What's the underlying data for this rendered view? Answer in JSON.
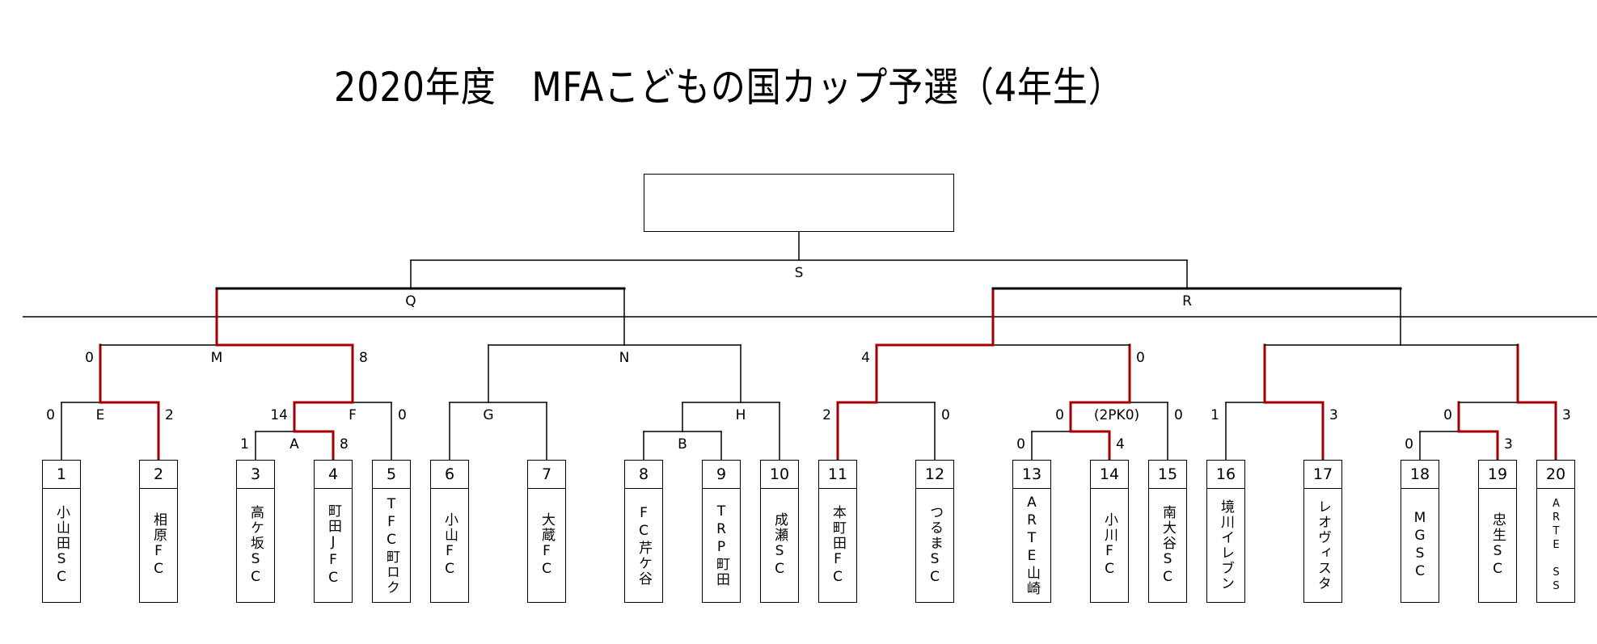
{
  "title": "2020年度　MFAこどもの国カップ予選（4年生）",
  "colors": {
    "line": "#000000",
    "winner_path": "#a50000"
  },
  "final": {
    "label": "S",
    "winner": ""
  },
  "teams": [
    {
      "no": "1",
      "name": "小山田SC"
    },
    {
      "no": "2",
      "name": "相原FC"
    },
    {
      "no": "3",
      "name": "高ケ坂SC"
    },
    {
      "no": "4",
      "name": "町田JFC"
    },
    {
      "no": "5",
      "name": "TFC町ロク"
    },
    {
      "no": "6",
      "name": "小山FC"
    },
    {
      "no": "7",
      "name": "大蔵FC"
    },
    {
      "no": "8",
      "name": "FC芹ケ谷"
    },
    {
      "no": "9",
      "name": "TRP町田"
    },
    {
      "no": "10",
      "name": "成瀬SC"
    },
    {
      "no": "11",
      "name": "本町田FC"
    },
    {
      "no": "12",
      "name": "つるまSC"
    },
    {
      "no": "13",
      "name": "ARTE山崎"
    },
    {
      "no": "14",
      "name": "小川FC"
    },
    {
      "no": "15",
      "name": "南大谷SC"
    },
    {
      "no": "16",
      "name": "境川イレブン"
    },
    {
      "no": "17",
      "name": "レオヴィスタ"
    },
    {
      "no": "18",
      "name": "MGSC"
    },
    {
      "no": "19",
      "name": "忠生SC"
    },
    {
      "no": "20",
      "name": "ARTE SS"
    }
  ],
  "matches": [
    {
      "id": "A",
      "label": "A",
      "left": "team:3",
      "right": "team:4",
      "score_left": "1",
      "score_right": "8",
      "winner": "right"
    },
    {
      "id": "B",
      "label": "B",
      "left": "team:8",
      "right": "team:9",
      "score_left": "",
      "score_right": "",
      "winner": ""
    },
    {
      "id": "C",
      "label": "",
      "left": "team:13",
      "right": "team:14",
      "score_left": "0",
      "score_right": "4",
      "winner": "right"
    },
    {
      "id": "D",
      "label": "",
      "left": "team:18",
      "right": "team:19",
      "score_left": "0",
      "score_right": "3",
      "winner": "right"
    },
    {
      "id": "E",
      "label": "E",
      "left": "team:1",
      "right": "team:2",
      "score_left": "0",
      "score_right": "2",
      "winner": "right"
    },
    {
      "id": "F",
      "label": "F",
      "left": "match:A",
      "right": "team:5",
      "score_left": "14",
      "score_right": "0",
      "winner": "left"
    },
    {
      "id": "G",
      "label": "G",
      "left": "team:6",
      "right": "team:7",
      "score_left": "",
      "score_right": "",
      "winner": ""
    },
    {
      "id": "H",
      "label": "H",
      "left": "match:B",
      "right": "team:10",
      "score_left": "",
      "score_right": "",
      "winner": ""
    },
    {
      "id": "I",
      "label": "",
      "left": "team:11",
      "right": "team:12",
      "score_left": "2",
      "score_right": "0",
      "winner": "left"
    },
    {
      "id": "J",
      "label": "(2PK0)",
      "left": "match:C",
      "right": "team:15",
      "score_left": "0",
      "score_right": "0",
      "winner": "left"
    },
    {
      "id": "K",
      "label": "",
      "left": "team:16",
      "right": "team:17",
      "score_left": "1",
      "score_right": "3",
      "winner": "right"
    },
    {
      "id": "L",
      "label": "",
      "left": "match:D",
      "right": "team:20",
      "score_left": "0",
      "score_right": "3",
      "winner": "right"
    },
    {
      "id": "M",
      "label": "M",
      "left": "match:E",
      "right": "match:F",
      "score_left": "0",
      "score_right": "8",
      "winner": "right"
    },
    {
      "id": "N",
      "label": "N",
      "left": "match:G",
      "right": "match:H",
      "score_left": "",
      "score_right": "",
      "winner": ""
    },
    {
      "id": "O",
      "label": "",
      "left": "match:I",
      "right": "match:J",
      "score_left": "4",
      "score_right": "0",
      "winner": "left"
    },
    {
      "id": "P",
      "label": "",
      "left": "match:K",
      "right": "match:L",
      "score_left": "",
      "score_right": "",
      "winner": ""
    },
    {
      "id": "Q",
      "label": "Q",
      "left": "match:M",
      "right": "match:N",
      "score_left": "",
      "score_right": "",
      "winner": ""
    },
    {
      "id": "R",
      "label": "R",
      "left": "match:O",
      "right": "match:P",
      "score_left": "",
      "score_right": "",
      "winner": ""
    },
    {
      "id": "S",
      "label": "S",
      "left": "match:Q",
      "right": "match:R",
      "score_left": "",
      "score_right": "",
      "winner": ""
    }
  ]
}
